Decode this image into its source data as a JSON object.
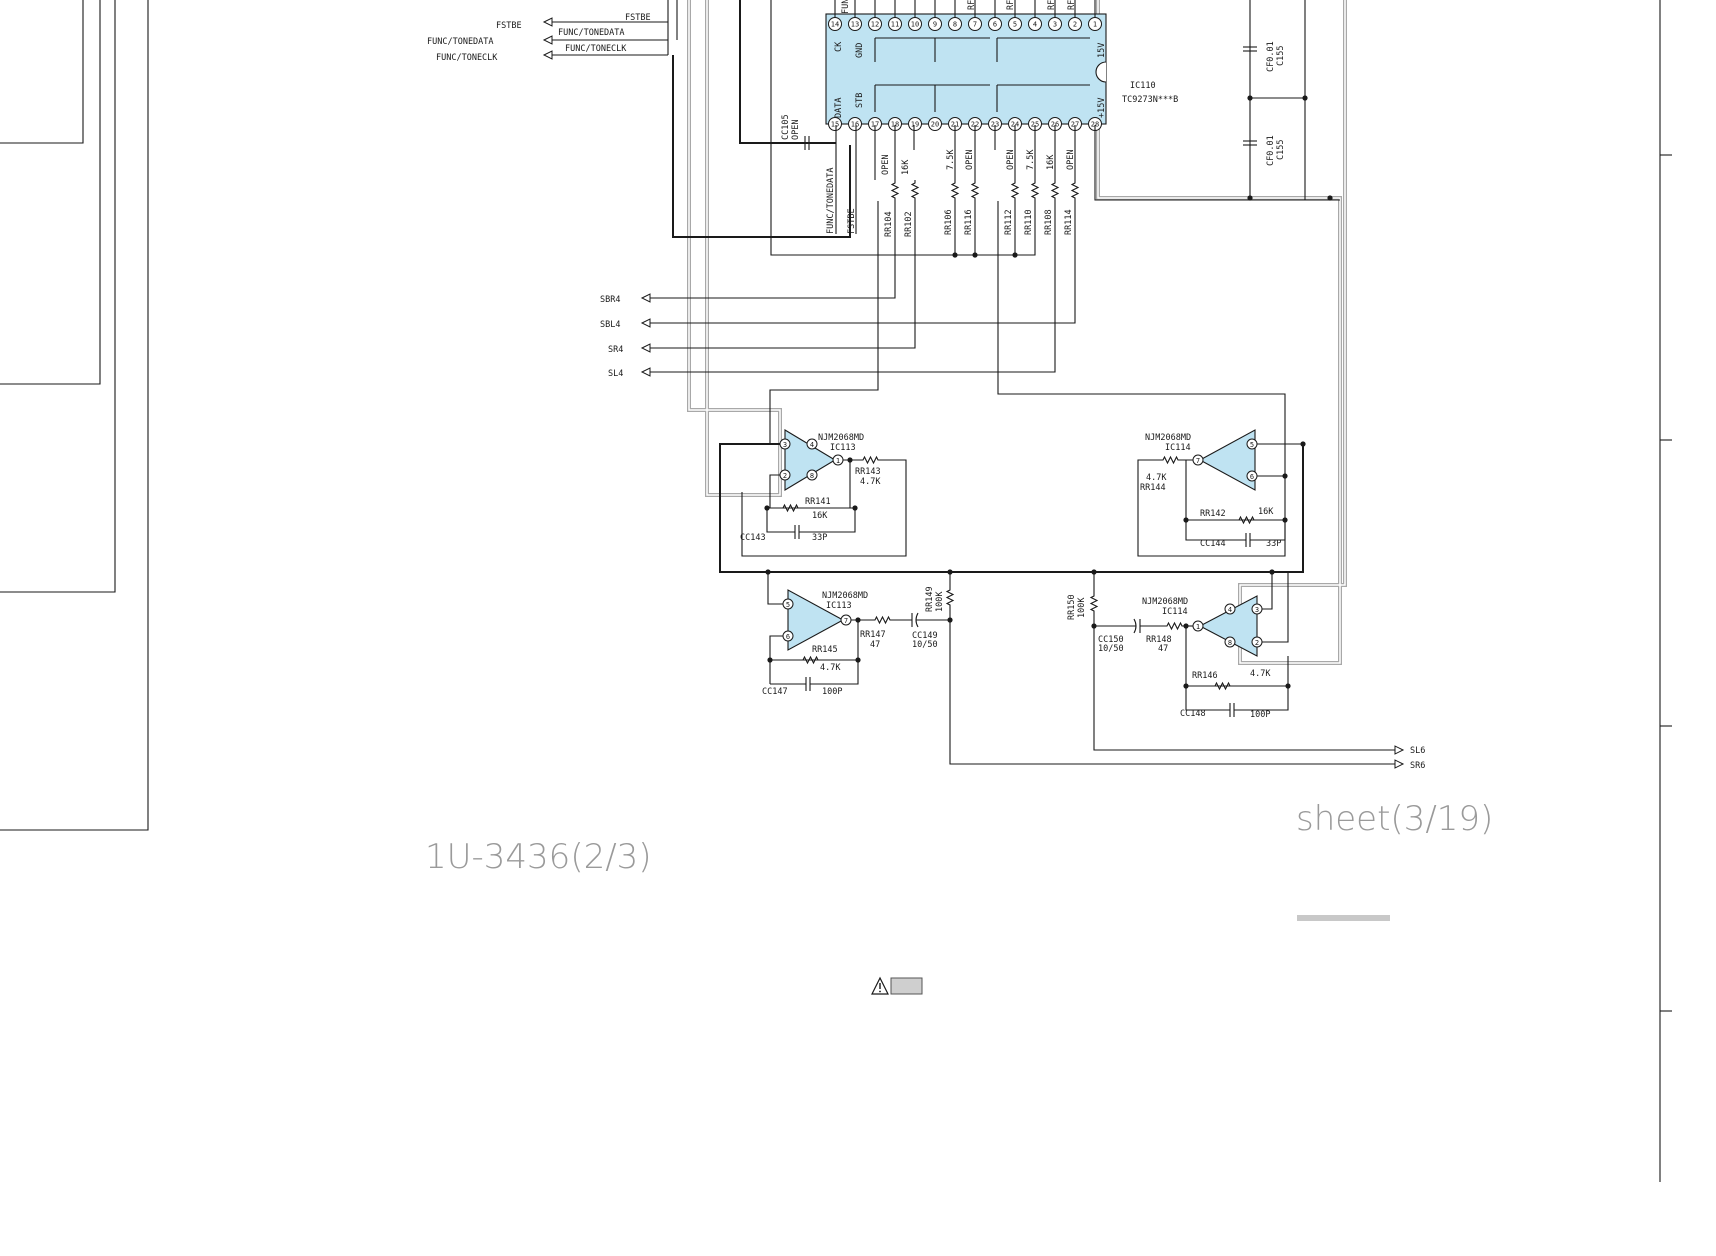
{
  "sheet_label": "sheet(3/19)",
  "board_label": "1U-3436(2/3)",
  "ic110": {
    "ref": "IC110",
    "part": "TC9273N***B",
    "top_pins": [
      "14",
      "13",
      "12",
      "11",
      "10",
      "9",
      "8",
      "7",
      "6",
      "5",
      "4",
      "3",
      "2",
      "1"
    ],
    "bottom_pins": [
      "15",
      "16",
      "17",
      "18",
      "19",
      "20",
      "21",
      "22",
      "23",
      "24",
      "25",
      "26",
      "27",
      "28"
    ],
    "pin_labels": {
      "ck": "CK",
      "gnd": "GND",
      "data": "DATA",
      "stb": "STB",
      "v15a": "15V",
      "v15b": "+15V"
    }
  },
  "signals_top": {
    "fstbe_out": "FSTBE",
    "fstbe_in": "FSTBE",
    "tonedata_out": "FUNC/TONEDATA",
    "tonedata_in": "FUNC/TONEDATA",
    "toneclk_out": "FUNC/TONECLK",
    "toneclk_in": "FUNC/TONECLK",
    "func_partial": "FUNC/T"
  },
  "cc105": {
    "ref": "CC105",
    "value": "OPEN"
  },
  "under_chip": {
    "tonedata": "FUNC/TONEDATA",
    "fstbe": "FSTBE"
  },
  "resistor_values": [
    "OPEN",
    "16K",
    "7.5K",
    "OPEN",
    "OPEN",
    "7.5K",
    "16K",
    "OPEN"
  ],
  "resistor_refs": [
    "RR104",
    "RR102",
    "RR106",
    "RR116",
    "RR112",
    "RR110",
    "RR108",
    "RR114"
  ],
  "top_partials": [
    "RF",
    "RF",
    "RF",
    "RF"
  ],
  "cf_caps": [
    {
      "value": "CF0.01",
      "ref": "C155"
    },
    {
      "value": "CF0.01",
      "ref": "C155"
    }
  ],
  "outputs": [
    "SBR4",
    "SBL4",
    "SR4",
    "SL4"
  ],
  "right_outputs": [
    "SL6",
    "SR6"
  ],
  "ic113a": {
    "part": "NJM2068MD",
    "ref": "IC113",
    "pins": [
      "3",
      "2",
      "4",
      "8",
      "1"
    ],
    "rr143": "RR143",
    "rr143v": "4.7K",
    "rr141": "RR141",
    "rr141v": "16K",
    "cc143": "CC143",
    "cc143v": "33P"
  },
  "ic114a": {
    "part": "NJM2068MD",
    "ref": "IC114",
    "pins": [
      "5",
      "6",
      "7"
    ],
    "rr144v": "4.7K",
    "rr144": "RR144",
    "rr142": "RR142",
    "rr142v": "16K",
    "cc144": "CC144",
    "cc144v": "33P"
  },
  "ic113b": {
    "part": "NJM2068MD",
    "ref": "IC113",
    "pins": [
      "5",
      "6",
      "7"
    ],
    "rr147": "RR147",
    "rr147v": "47",
    "rr145": "RR145",
    "rr145v": "4.7K",
    "cc147": "CC147",
    "cc147v": "100P",
    "rr149": "RR149",
    "rr149v": "100K",
    "cc149": "CC149",
    "cc149v": "10/50"
  },
  "ic114b": {
    "part": "NJM2068MD",
    "ref": "IC114",
    "pins": [
      "4",
      "8",
      "3",
      "2",
      "1"
    ],
    "rr150": "RR150",
    "rr150v": "100K",
    "cc150": "CC150",
    "cc150v": "10/50",
    "rr148": "RR148",
    "rr148v": "47",
    "rr146": "RR146",
    "rr146v": "4.7K",
    "cc148": "CC148",
    "cc148v": "100P"
  }
}
